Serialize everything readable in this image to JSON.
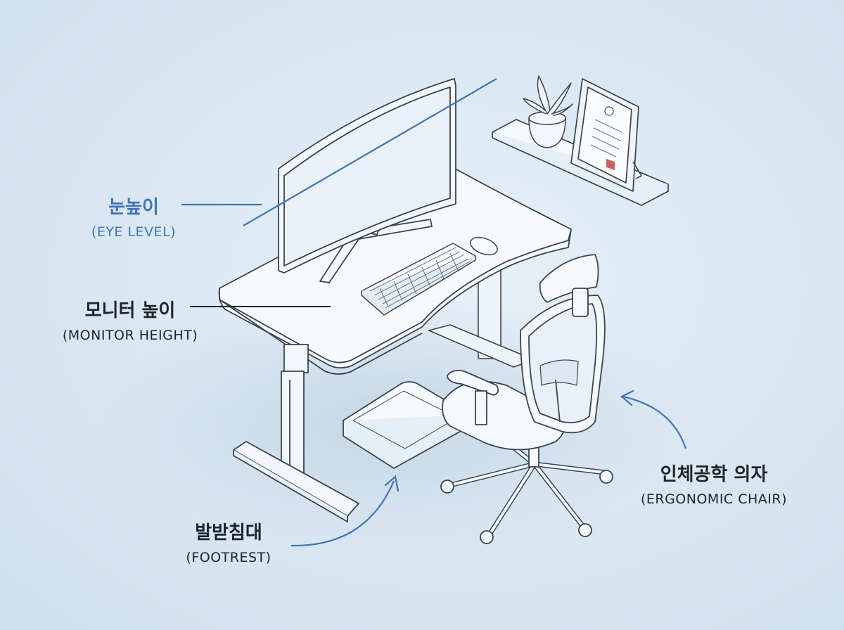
{
  "labels": {
    "eye_level": {
      "ko": "눈높이",
      "en": "(EYE LEVEL)"
    },
    "monitor_height": {
      "ko": "모니터 높이",
      "en": "(MONITOR HEIGHT)"
    },
    "footrest": {
      "ko": "발받침대",
      "en": "(FOOTREST)"
    },
    "ergonomic_chair": {
      "ko": "인체공학 의자",
      "en": "(ERGONOMIC CHAIR)"
    }
  },
  "colors": {
    "accent_blue": "#3f74b6",
    "line_dark": "#1e2328",
    "outline": "#3a4350",
    "surface": "#f7fafd"
  },
  "icons": [
    "plant-icon",
    "certificate-icon"
  ]
}
